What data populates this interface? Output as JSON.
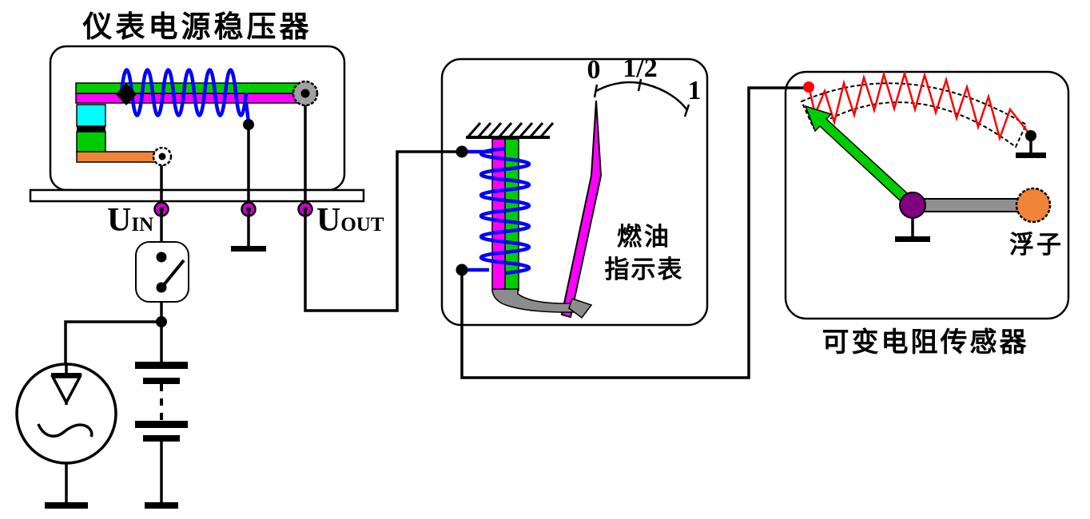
{
  "regulator": {
    "title": "仪表电源稳压器",
    "input_label": {
      "main": "U",
      "sub": "IN"
    },
    "output_label": {
      "main": "U",
      "sub": "OUT"
    }
  },
  "fuel_gauge": {
    "name_line1": "燃油",
    "name_line2": "指示表",
    "scale": {
      "empty": "0",
      "half": "1/2",
      "full": "1"
    }
  },
  "sensor": {
    "title": "可变电阻传感器",
    "float_label": "浮子"
  },
  "colors": {
    "bimetal_green": "#00CC00",
    "bimetal_magenta": "#FF00FF",
    "insulator_cyan": "#00FFFF",
    "base_orange": "#F08438",
    "coil_blue": "#0000FF",
    "resistor_red": "#FF0000",
    "pivot_purple": "#800080",
    "bracket_gray": "#8C8C8C",
    "rod_gray": "#909090",
    "terminal_gray": "#A0A0A0",
    "terminal_magenta": "#CC00CC",
    "float_orange": "#F08438",
    "wire_black": "#000000"
  }
}
